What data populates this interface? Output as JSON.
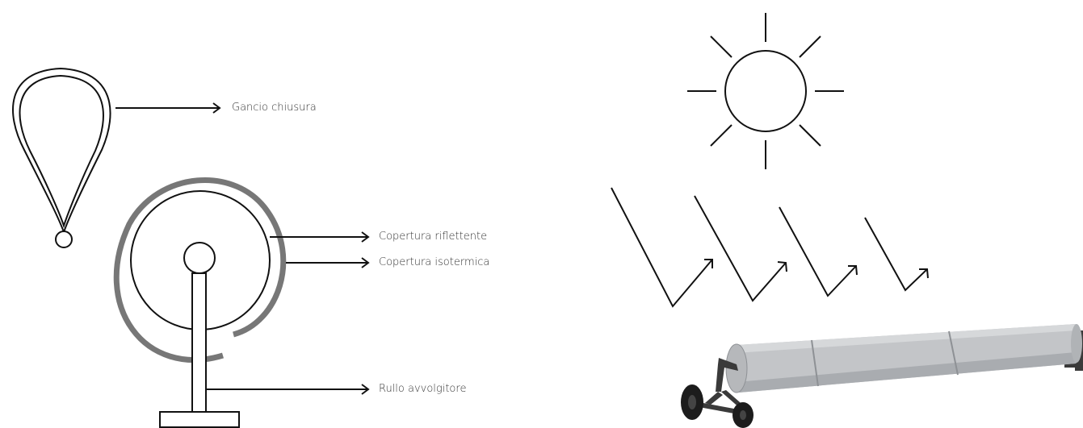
{
  "labels": {
    "hook": "Gancio chiusura",
    "reflective_cover": "Copertura riflettente",
    "isothermal_cover": "Copertura isotermica",
    "roller": "Rullo avvolgitore"
  },
  "icons": {
    "sun": "sun-icon",
    "reflected_rays": "reflected-sun-rays-icon",
    "hook": "closing-hook-icon",
    "roller": "rolled-cover-reel-icon"
  },
  "colors": {
    "line": "#111111",
    "outer_cover": "#777777",
    "label_text": "#333333",
    "roll_body": "#c3c5c8",
    "roll_shade": "#9ea1a5",
    "frame": "#3a3a3a",
    "wheel": "#1c1c1c"
  }
}
